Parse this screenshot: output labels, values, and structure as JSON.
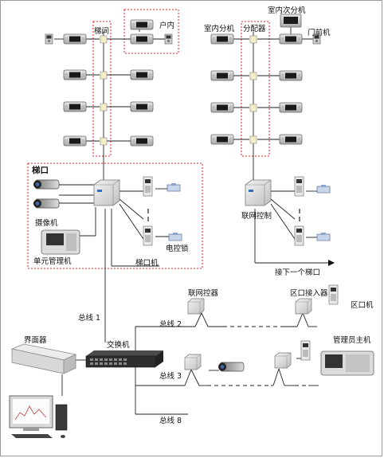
{
  "labels": {
    "floor_left": "梯间",
    "unit_indoor": "户内",
    "indoor_monitor": "室内分机",
    "indoor_secondary": "室内次分机",
    "distributor": "分配器",
    "door_station": "门前机",
    "building_entrance": "梯口",
    "camera": "摄像机",
    "unit_manager": "单元管理机",
    "electric_lock": "电控锁",
    "entrance_machine": "梯口机",
    "network_controller": "联网控制",
    "next_entrance": "接下一个梯口",
    "bus1": "总线 1",
    "bus2": "总线 2",
    "bus3": "总线 3",
    "bus8": "总线 8",
    "interface": "界面器",
    "switch": "交换机",
    "network_controller2": "联网控器",
    "zone_entry": "区口接入器",
    "zone_machine": "区口机",
    "admin_host": "管理员主机"
  }
}
